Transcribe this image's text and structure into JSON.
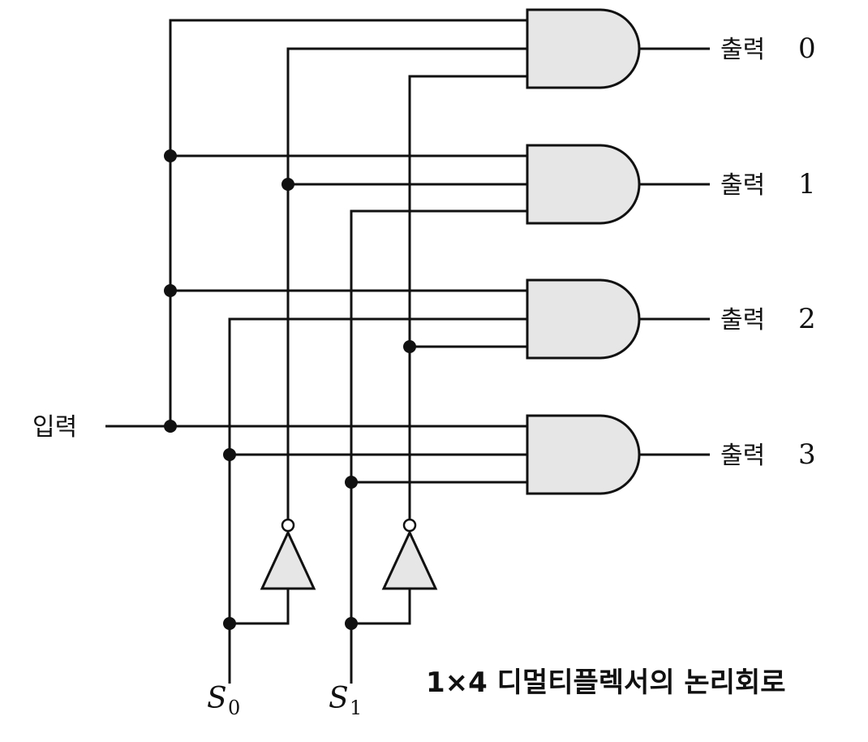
{
  "diagram": {
    "input_label": "입력",
    "outputs": [
      {
        "word": "출력",
        "index": "0"
      },
      {
        "word": "출력",
        "index": "1"
      },
      {
        "word": "출력",
        "index": "2"
      },
      {
        "word": "출력",
        "index": "3"
      }
    ],
    "selects": [
      {
        "letter": "S",
        "sub": "0"
      },
      {
        "letter": "S",
        "sub": "1"
      }
    ],
    "caption": "1×4 디멀티플렉서의 논리회로"
  }
}
